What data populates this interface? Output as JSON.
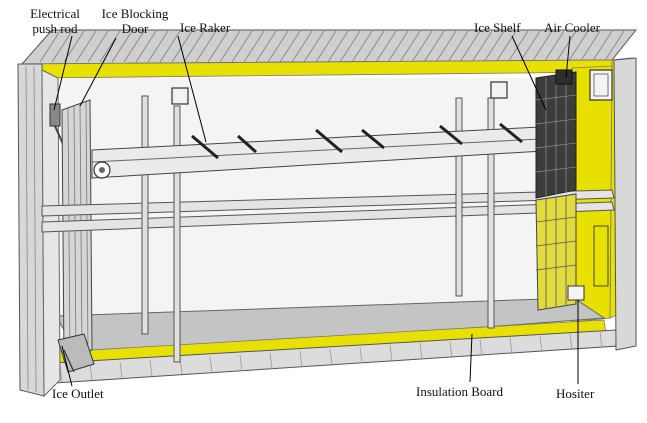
{
  "diagram": {
    "labels": {
      "push_rod": "Electrical push rod",
      "push_rod_l1": "Electrical",
      "push_rod_l2": "push rod",
      "door_l1": "Ice Blocking",
      "door_l2": "Door",
      "raker": "Ice Raker",
      "shelf": "Ice Shelf",
      "cooler": "Air Cooler",
      "outlet": "Ice Outlet",
      "insulation": "Insulation Board",
      "hoister": "Hositer"
    },
    "colors": {
      "insulation": "#e8e000",
      "frame": "#9a9a9a",
      "frame_dark": "#555555",
      "floor": "#c4c4c4",
      "panel": "#3c3c3c",
      "roof": "#b8b8b8"
    }
  }
}
